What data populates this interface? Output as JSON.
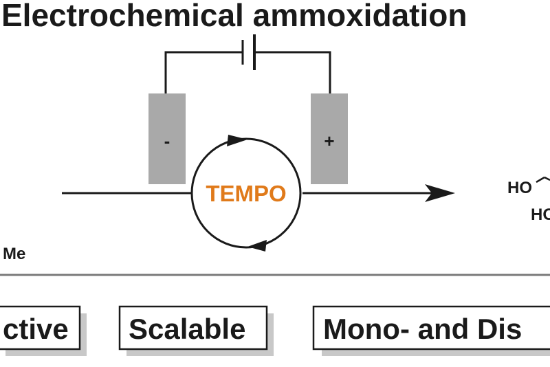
{
  "title": "Electrochemical ammoxidation",
  "cell": {
    "cathode_sign": "-",
    "anode_sign": "+",
    "mediator": "TEMPO"
  },
  "reactant_fragment": "Me",
  "product_fragments": [
    "HO",
    "HO"
  ],
  "features": [
    "ctive",
    "Scalable",
    "Mono- and Dis"
  ],
  "colors": {
    "mediator": "#e07a1a",
    "electrode": "#a9a9a9",
    "line": "#1a1a1a",
    "shadow": "#c8c8c8"
  }
}
